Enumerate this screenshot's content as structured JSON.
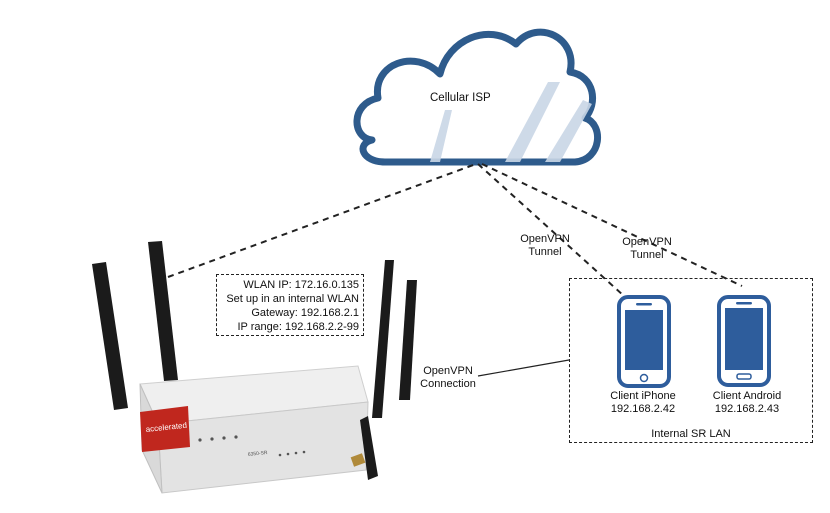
{
  "cloud": {
    "label": "Cellular ISP"
  },
  "router": {
    "brand": "accelerated",
    "model": "6350-SR",
    "wlan_info": [
      "WLAN IP: 172.16.0.135",
      "Set up in an internal WLAN",
      "Gateway:  192.168.2.1",
      "IP range: 192.168.2.2-99"
    ]
  },
  "tunnels": [
    {
      "line1": "OpenVPN",
      "line2": "Tunnel"
    },
    {
      "line1": "OpenVPN",
      "line2": "Tunnel"
    }
  ],
  "connection": {
    "line1": "OpenVPN",
    "line2": "Connection"
  },
  "clients": [
    {
      "name": "Client iPhone",
      "ip": "192.168.2.42"
    },
    {
      "name": "Client Android",
      "ip": "192.168.2.43"
    }
  ],
  "lan": {
    "label": "Internal SR LAN"
  },
  "colors": {
    "cloud_stroke": "#2e5b8c",
    "screen": "#2e5d9c",
    "router_red": "#c0271e"
  }
}
